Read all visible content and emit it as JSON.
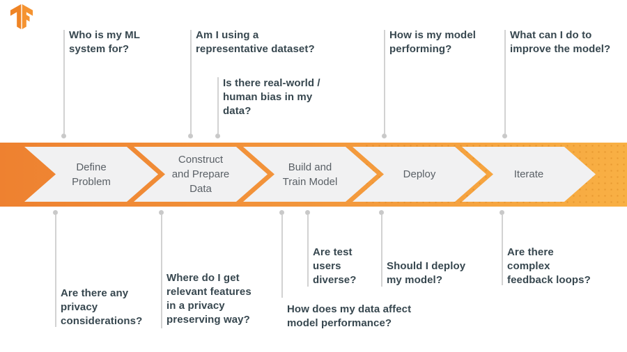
{
  "logo": {
    "name": "tensorflow-logo"
  },
  "banner": {
    "stages": [
      {
        "label": "Define\nProblem"
      },
      {
        "label": "Construct\nand Prepare\nData"
      },
      {
        "label": "Build and\nTrain Model"
      },
      {
        "label": "Deploy"
      },
      {
        "label": "Iterate"
      }
    ]
  },
  "questions": {
    "top": [
      {
        "text": "Who is my ML\nsystem for?"
      },
      {
        "text": "Am I using a\nrepresentative dataset?"
      },
      {
        "text": "Is there real-world /\nhuman bias in my\ndata?"
      },
      {
        "text": "How is my model\nperforming?"
      },
      {
        "text": "What can I do to\nimprove the model?"
      }
    ],
    "bottom": [
      {
        "text": "Are there any\nprivacy\nconsiderations?"
      },
      {
        "text": "Where do I get\nrelevant features\nin a privacy\npreserving way?"
      },
      {
        "text": "How does my data affect\nmodel performance?"
      },
      {
        "text": "Are test\nusers\ndiverse?"
      },
      {
        "text": "Should I deploy\nmy model?"
      },
      {
        "text": "Are there\ncomplex\nfeedback loops?"
      }
    ]
  },
  "colors": {
    "banner_left": "#EE8130",
    "banner_right": "#F8B044",
    "chevron_fill": "#F1F1F2",
    "chevron_text": "#5A6066",
    "question_text": "#37474F",
    "connector_gray": "#D2D2D2",
    "logo_orange": "#EF8425"
  }
}
